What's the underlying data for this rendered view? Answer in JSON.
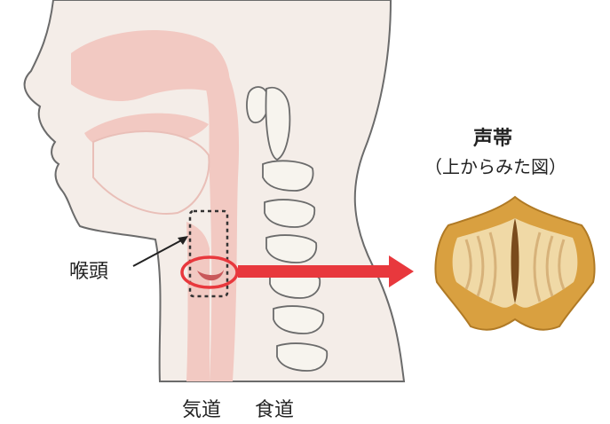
{
  "labels": {
    "larynx": "喉頭",
    "vocal_cords_title": "声帯",
    "vocal_cords_subtitle": "（上からみた図）",
    "trachea": "気道",
    "esophagus": "食道"
  },
  "colors": {
    "skin": "#f4ede8",
    "outline": "#6b6b6b",
    "airway_pink": "#f2c9c2",
    "vertebra": "#f7f4ee",
    "highlight_red": "#e8383d",
    "vocal_fold_gold": "#d9a040",
    "vocal_fold_inner": "#f0d9a6",
    "dashed_box": "#333333"
  }
}
